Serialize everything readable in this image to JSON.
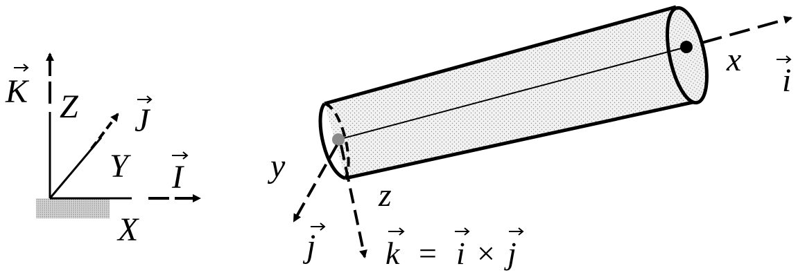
{
  "global_frame": {
    "axis_x": "X",
    "axis_y": "Y",
    "axis_z": "Z",
    "unit_i": "I",
    "unit_j": "J",
    "unit_k": "K"
  },
  "body_frame": {
    "axis_x": "x",
    "axis_y": "y",
    "axis_z": "z",
    "unit_i": "i",
    "unit_j": "j",
    "equation": {
      "k": "k",
      "equals": "=",
      "i": "i",
      "times": "×",
      "j": "j"
    }
  },
  "colors": {
    "ink": "#000000",
    "cylinder_fill": "#efefef",
    "stipple": "#8c8c8c",
    "ground_hatch": "#9a9a9a",
    "center_gray": "#8a8a8a"
  }
}
